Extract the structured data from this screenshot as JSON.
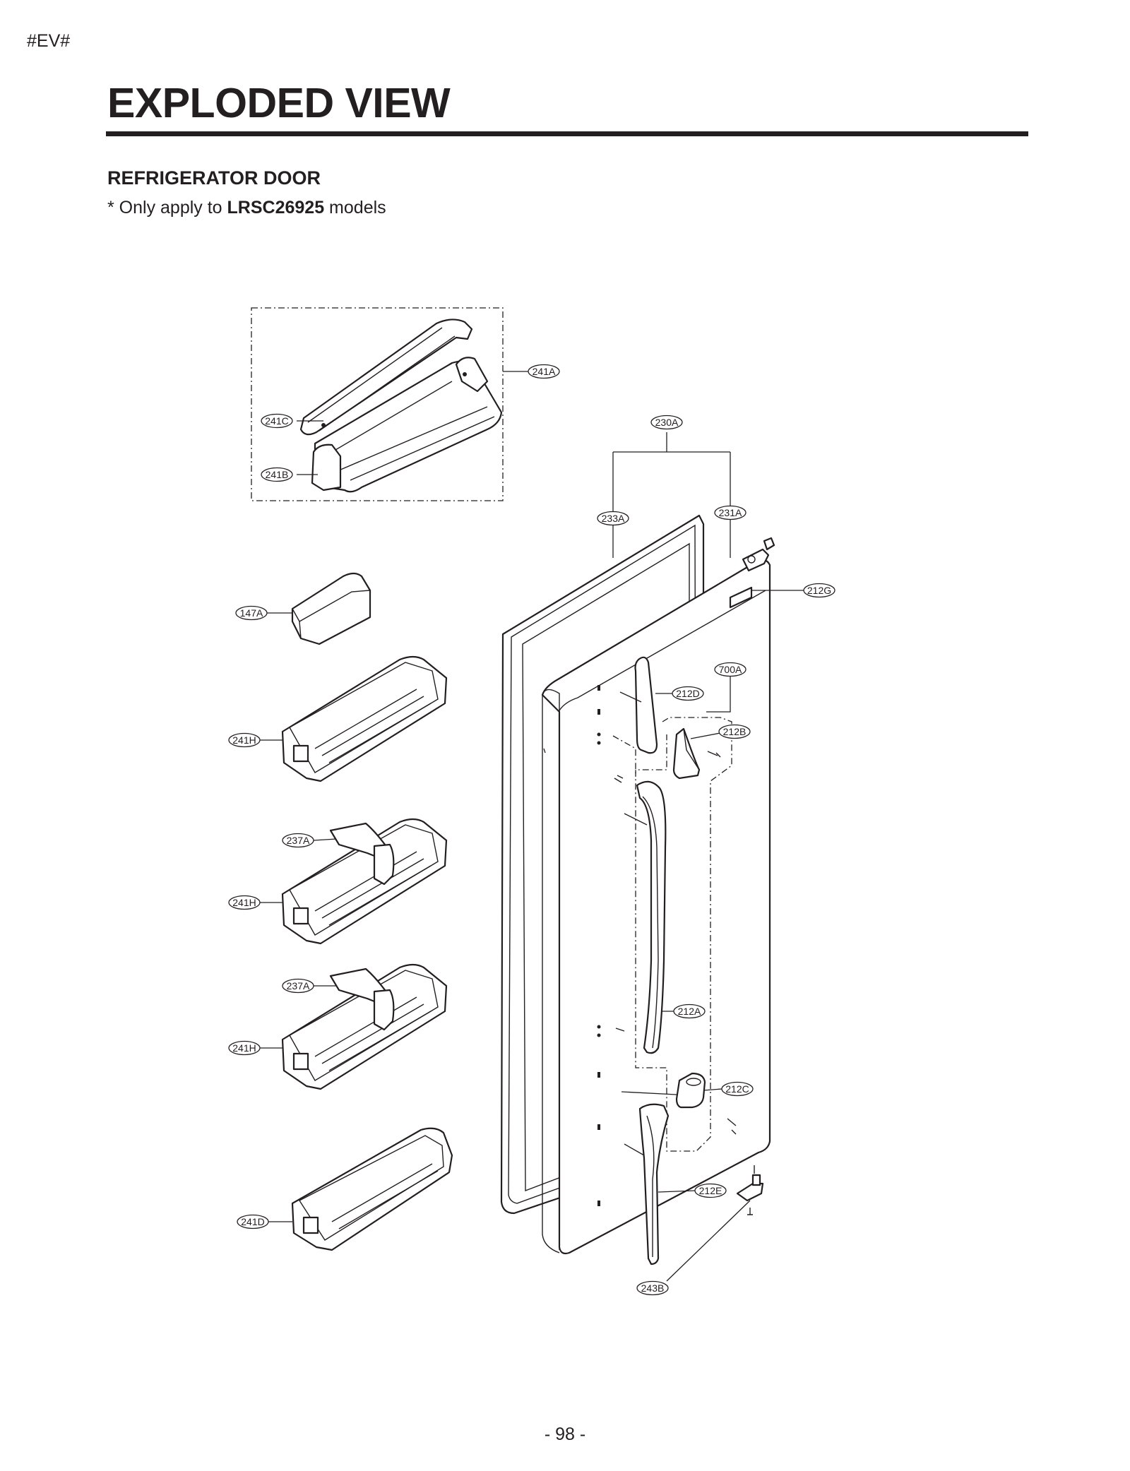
{
  "header": {
    "marker": "#EV#",
    "title": "EXPLODED VIEW"
  },
  "section": {
    "heading": "REFRIGERATOR DOOR",
    "note_prefix": "* Only apply to ",
    "note_model": "LRSC26925",
    "note_suffix": " models"
  },
  "callouts": [
    "241A",
    "241C",
    "241B",
    "230A",
    "233A",
    "231A",
    "212G",
    "147A",
    "700A",
    "212D",
    "212B",
    "241H",
    "237A",
    "241H",
    "237A",
    "241H",
    "212A",
    "212C",
    "241D",
    "212E",
    "243B"
  ],
  "footer": {
    "page_number": "- 98 -"
  }
}
